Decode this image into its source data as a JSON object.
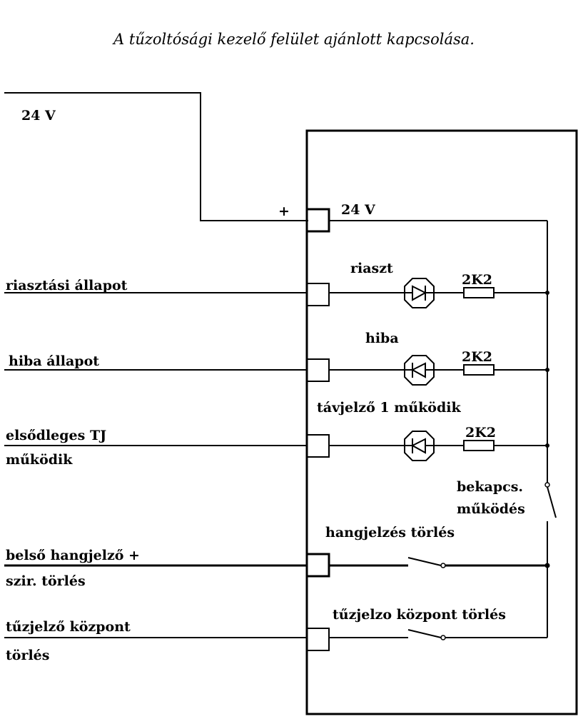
{
  "title": "A tűzoltósági kezelő felület ajánlott kapcsolása.",
  "supply": {
    "label_left": "24 V",
    "label_inside": "24 V",
    "plus": "+"
  },
  "inputs": [
    {
      "line1": "riasztási állapot",
      "line2": ""
    },
    {
      "line1": "hiba állapot",
      "line2": ""
    },
    {
      "line1": "elsődleges TJ",
      "line2": "működik"
    },
    {
      "line1": "belső hangjelző +",
      "line2": "szir. törlés"
    },
    {
      "line1": "tűzjelző központ",
      "line2": "törlés"
    }
  ],
  "indicators": [
    {
      "label": "riaszt",
      "resistor": "2K2"
    },
    {
      "label": "hiba",
      "resistor": "2K2"
    },
    {
      "label": "távjelző 1 működik",
      "resistor": "2K2"
    }
  ],
  "switches": {
    "power_on": {
      "line1": "bekapcs.",
      "line2": "működés"
    },
    "sound_reset": "hangjelzés törlés",
    "fire_panel_reset": "tűzjelzo központ törlés"
  }
}
